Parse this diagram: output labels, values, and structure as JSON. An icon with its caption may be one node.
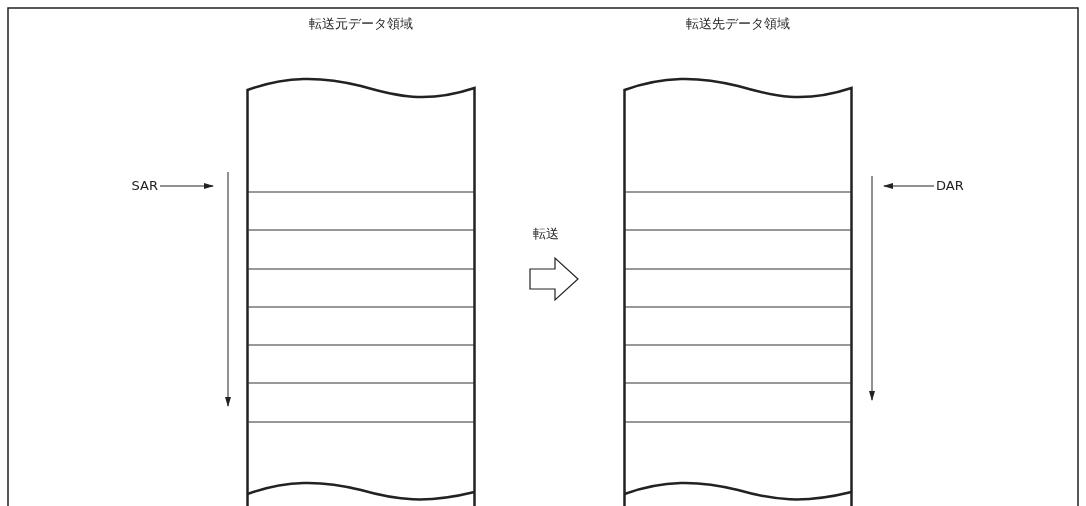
{
  "diagram": {
    "nodes": [
      {
        "text": [
          "転送元データ領域"
        ]
      },
      {
        "text": [
          "転送先データ領域"
        ]
      },
      {
        "text": [
          "SAR"
        ]
      },
      {
        "text": [
          "DAR"
        ]
      }
    ],
    "edges": [
      {
        "from": 0,
        "to": 1,
        "arrow": "to",
        "label": "転送"
      },
      {
        "from": 2,
        "to": null,
        "arrow": "to"
      },
      {
        "from": 3,
        "to": null,
        "arrow": "to"
      }
    ]
  }
}
